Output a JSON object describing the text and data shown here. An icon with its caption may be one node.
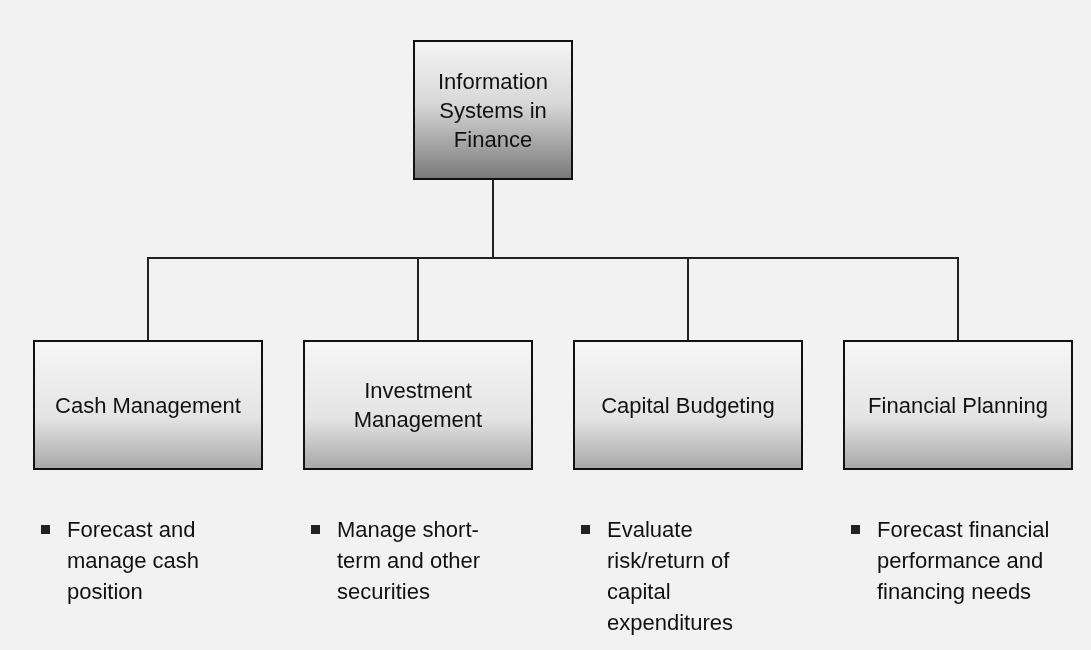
{
  "diagram": {
    "nodes": [
      {
        "text": [
          "Information Systems in Finance"
        ]
      },
      {
        "text": [
          "Cash Management"
        ],
        "beside": [
          "Forecast and manage cash position"
        ]
      },
      {
        "text": [
          "Investment Management"
        ],
        "beside": [
          "Manage short-term and other securities"
        ]
      },
      {
        "text": [
          "Capital Budgeting"
        ],
        "beside": [
          "Evaluate risk/return of capital expenditures"
        ]
      },
      {
        "text": [
          "Financial Planning"
        ],
        "beside": [
          "Forecast financial performance and financing needs"
        ]
      }
    ],
    "edges": [
      {
        "from": 0,
        "to": 1,
        "arrow": "none"
      },
      {
        "from": 0,
        "to": 2,
        "arrow": "none"
      },
      {
        "from": 0,
        "to": 3,
        "arrow": "none"
      },
      {
        "from": 0,
        "to": 4,
        "arrow": "none"
      }
    ]
  }
}
